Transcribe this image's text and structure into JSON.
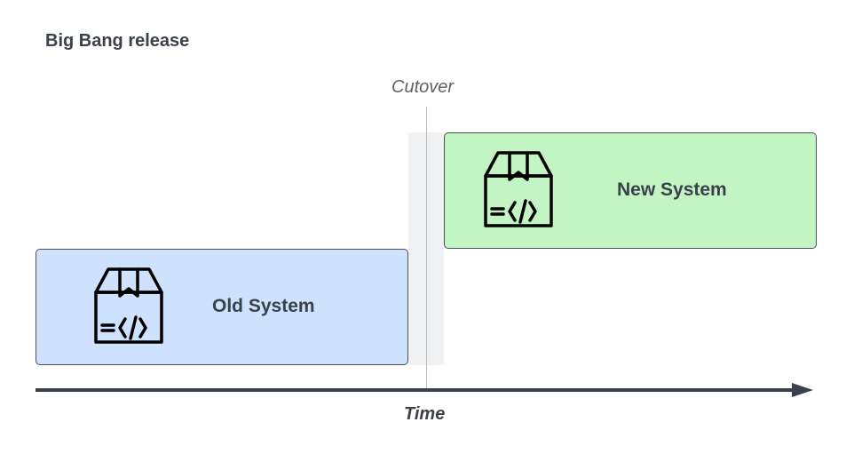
{
  "diagram": {
    "title": "Big Bang release",
    "cutover_label": "Cutover",
    "axis_label": "Time",
    "old_system": {
      "label": "Old System",
      "icon": "code-package-icon",
      "fill_color": "#cfe2fd"
    },
    "new_system": {
      "label": "New System",
      "icon": "code-package-icon",
      "fill_color": "#c3f5c4"
    },
    "axis_color": "#3a414a"
  }
}
